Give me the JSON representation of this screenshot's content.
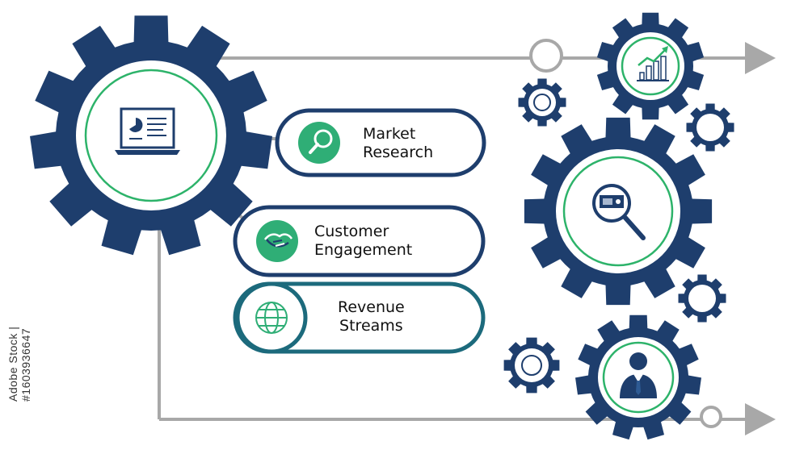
{
  "pills": [
    {
      "label": "Market\nResearch",
      "icon": "magnifier-icon"
    },
    {
      "label": "Customer\nEngagement",
      "icon": "handshake-icon"
    },
    {
      "label": "Revenue\nStreams",
      "icon": "globe-icon"
    }
  ],
  "gear_icons": {
    "main": "laptop-presentation-icon",
    "top_right": "growth-chart-icon",
    "middle_right": "money-search-icon",
    "bottom_right": "businessman-icon"
  },
  "watermark": "Adobe Stock | #1603936647",
  "colors": {
    "navy": "#1e3e6d",
    "green": "#2db36a",
    "icon_green": "#2fae76",
    "teal": "#1c6a7c",
    "gray": "#a8a8a8"
  }
}
